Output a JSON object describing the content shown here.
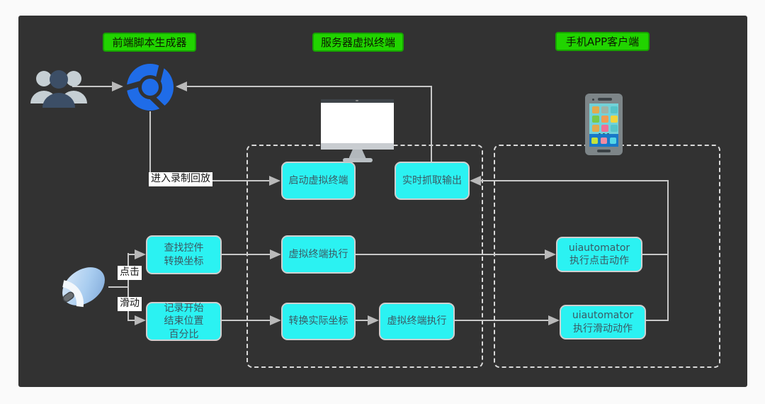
{
  "headers": {
    "frontend": "前端脚本生成器",
    "server": "服务器虚拟终端",
    "mobile": "手机APP客户端"
  },
  "nodes": {
    "start_terminal": {
      "lines": [
        "启动虚拟终端"
      ]
    },
    "capture_output": {
      "lines": [
        "实时抓取输出"
      ]
    },
    "find_control": {
      "lines": [
        "查找控件",
        "转换坐标"
      ]
    },
    "terminal_exec_click": {
      "lines": [
        "虚拟终端执行"
      ]
    },
    "uiautomator_click": {
      "lines": [
        "uiautomator",
        "执行点击动作"
      ]
    },
    "record_position": {
      "lines": [
        "记录开始",
        "结束位置",
        "百分比"
      ]
    },
    "convert_coords": {
      "lines": [
        "转换实际坐标"
      ]
    },
    "terminal_exec_slide": {
      "lines": [
        "虚拟终端执行"
      ]
    },
    "uiautomator_slide": {
      "lines": [
        "uiautomator",
        "执行滑动动作"
      ]
    }
  },
  "edge_labels": {
    "enter_record_playback": "进入录制回放",
    "click": "点击",
    "slide": "滑动"
  },
  "icons": {
    "users": "users-icon",
    "browser": "chrome-browser-icon",
    "monitor": "desktop-monitor-icon",
    "phone": "smartphone-icon",
    "mouse": "mouse-icon"
  },
  "colors": {
    "page_bg": "#fafafa",
    "canvas_bg": "#323232",
    "node_fill": "#2bf2f2",
    "node_border": "#cfcfcf",
    "node_text": "#3a5a64",
    "header_fill": "#21d400",
    "header_border": "#17a300",
    "header_text": "#0b1a00",
    "flow_line": "#c8c8c8",
    "arrowhead": "#b9b9b9",
    "dashed_region": "#d9d9d9",
    "edge_label_bg": "#ffffff",
    "browser_blue": "#1f6ce8",
    "user_front": "#3c4e66",
    "user_back": "#c6cfd4"
  }
}
